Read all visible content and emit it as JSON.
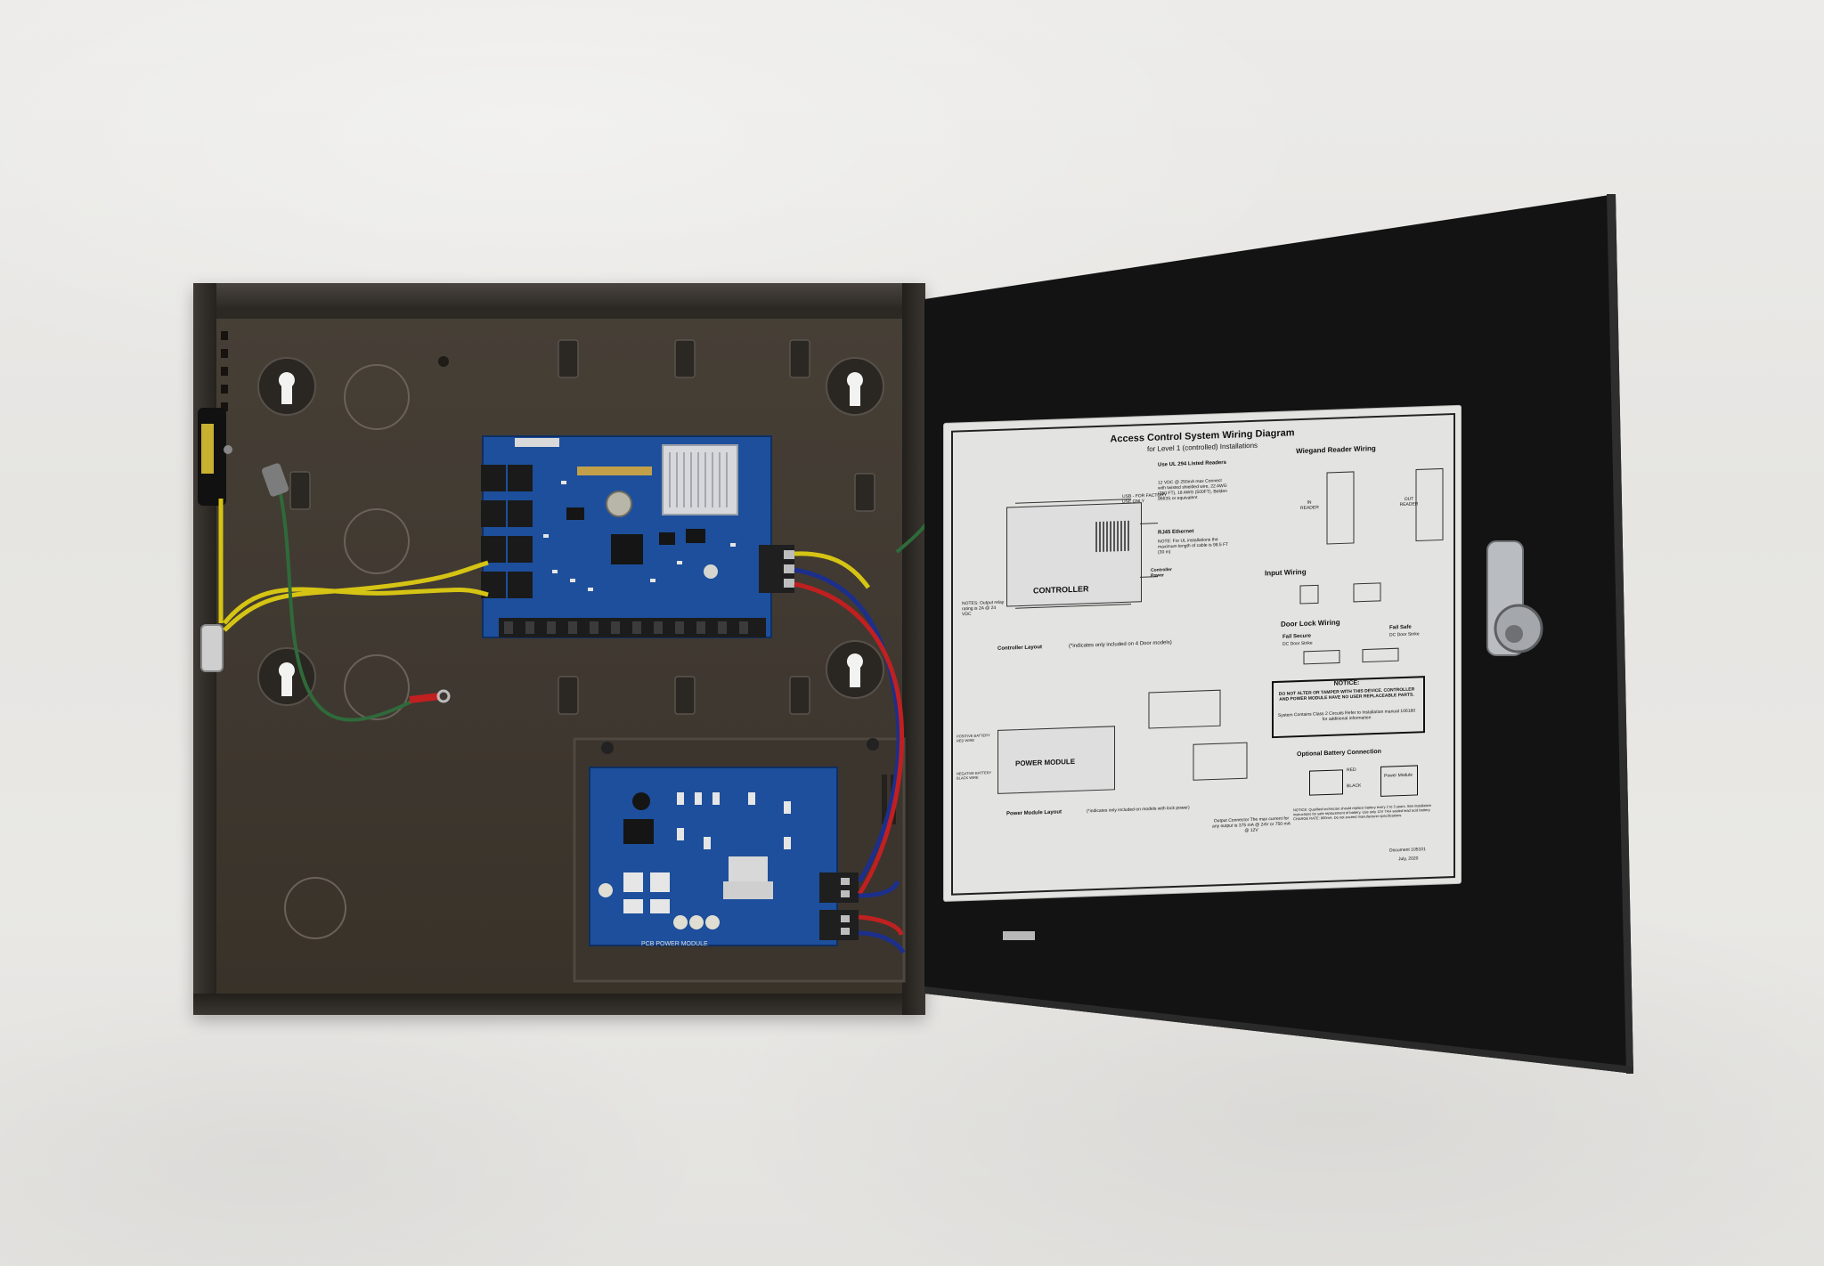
{
  "scene": {
    "description_label": "Open access control enclosure",
    "colors": {
      "backdrop": "#e8e7e4",
      "enclosure_interior": "#3d3831",
      "door_black": "#141414",
      "pcb_blue": "#1d4f9c",
      "label_paper": "#e3e3e1",
      "wire_yellow": "#d6c414",
      "wire_green": "#2f6a3a",
      "wire_red": "#c02020"
    }
  },
  "label": {
    "title": "Access Control System Wiring Diagram",
    "subtitle": "for Level 1 (controlled) Installations",
    "use_readers": "Use UL 294 Listed Readers",
    "reader_note": "12 VDC @ 250mA max Connect with twisted shielded wire, 22 AWG (250 FT), 18 AWG (500FT), Belden 9663S or equivalent",
    "usb_note": "USB - FOR FACTORY USE ONLY",
    "rj45": "RJ45 Ethernet",
    "rj45_note": "NOTE: For UL installations the maximum length of cable is 98.5 FT (30 m)",
    "wiegand": "Wiegand Reader Wiring",
    "in_reader": "IN READER",
    "out_reader": "OUT READER",
    "input_wiring": "Input Wiring",
    "door_lock": "Door Lock Wiring",
    "fail_secure": "Fail Secure",
    "fail_safe": "Fail Safe",
    "dc_strike": "DC Door Strike",
    "controller": "CONTROLLER",
    "controller_power": "Controller Power",
    "controller_layout": "Controller Layout",
    "controller_layout_note": "(*indicates only included on 4 Door models)",
    "notice_title": "NOTICE:",
    "notice_body": "DO NOT ALTER OR TAMPER WITH THIS DEVICE. CONTROLLER AND POWER MODULE HAVE NO USER REPLACEABLE PARTS.",
    "notice_sub": "System Contains Class 2 Circuits Refer to Installation manual 106180 for additional information",
    "battery": "Optional Battery Connection",
    "red": "RED",
    "black": "BLACK",
    "power_module_box": "Power Module",
    "power_module": "POWER MODULE",
    "power_module_layout": "Power Module Layout",
    "power_module_layout_note": "(*indicates only included on models with lock power)",
    "positive_battery": "POSITIVE BATTERY RED WIRE",
    "negative_battery": "NEGATIVE BATTERY BLACK WIRE",
    "notes_output": "NOTES: Output relay rating is 2A @ 24 VDC",
    "output_connector": "Output Connector The max current for any output is 375 mA @ 24V or 750 mA @ 12V",
    "battery_notice": "NOTICE: Qualified technician should replace battery every 2 to 3 years. See installation instructions for safe replacement of battery. Use only 12V 7AH sealed lead acid battery. CHARGE RATE: 800mA. Do not exceed manufacturer specifications.",
    "document": "Document 105101",
    "date": "July, 2020"
  },
  "pcbs": {
    "controller_silk": "",
    "power_silk": "PCB POWER MODULE"
  }
}
